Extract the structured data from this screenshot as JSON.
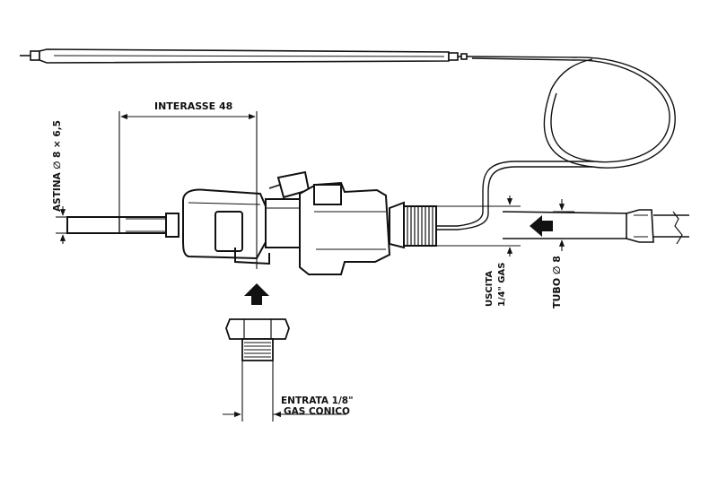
{
  "labels": {
    "interasse": "INTERASSE 48",
    "astina": "ASTINA ∅ 8 × 6,5",
    "uscita_line1": "USCITA",
    "uscita_line2": "1/4\" GAS",
    "tubo": "TUBO ∅ 8",
    "entrata_line1": "ENTRATA 1/8\"",
    "entrata_line2": "GAS CONICO"
  },
  "colors": {
    "ink": "#111111",
    "paper": "#ffffff"
  }
}
